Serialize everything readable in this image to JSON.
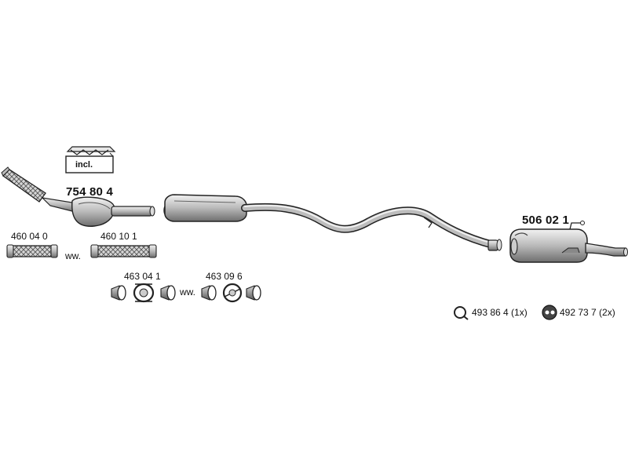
{
  "kit_badge": "incl.",
  "parts": {
    "catalytic_converter": "754 80 4",
    "rear_silencer": "506 02 1",
    "flex_pipe_a": "460 04 0",
    "flex_pipe_b": "460 10 1",
    "flex_pipe_separator": "ww.",
    "clamp_a": "463 04 1",
    "clamp_b": "463 09 6",
    "clamp_separator": "ww.",
    "mounting_ring": "493 86 4 (1x)",
    "rubber_mount": "492 73 7 (2x)"
  }
}
